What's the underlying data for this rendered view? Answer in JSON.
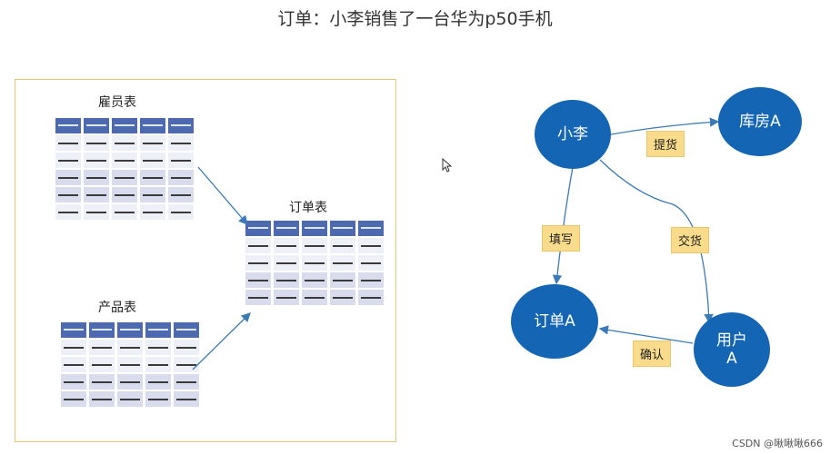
{
  "title": "订单：小李销售了一台华为p50手机",
  "left_diagram": {
    "tables": [
      {
        "name": "雇员表"
      },
      {
        "name": "订单表"
      },
      {
        "name": "产品表"
      }
    ]
  },
  "right_diagram": {
    "nodes": {
      "xiaoli": "小李",
      "warehouse": "库房A",
      "order": "订单A",
      "user_line1": "用户",
      "user_line2": "A"
    },
    "edges": {
      "pickup": "提货",
      "fill": "填写",
      "deliver": "交货",
      "confirm": "确认"
    },
    "node_color": "#1565b5",
    "label_color": "#f8dc8b"
  },
  "watermark": "CSDN @啾啾啾666"
}
